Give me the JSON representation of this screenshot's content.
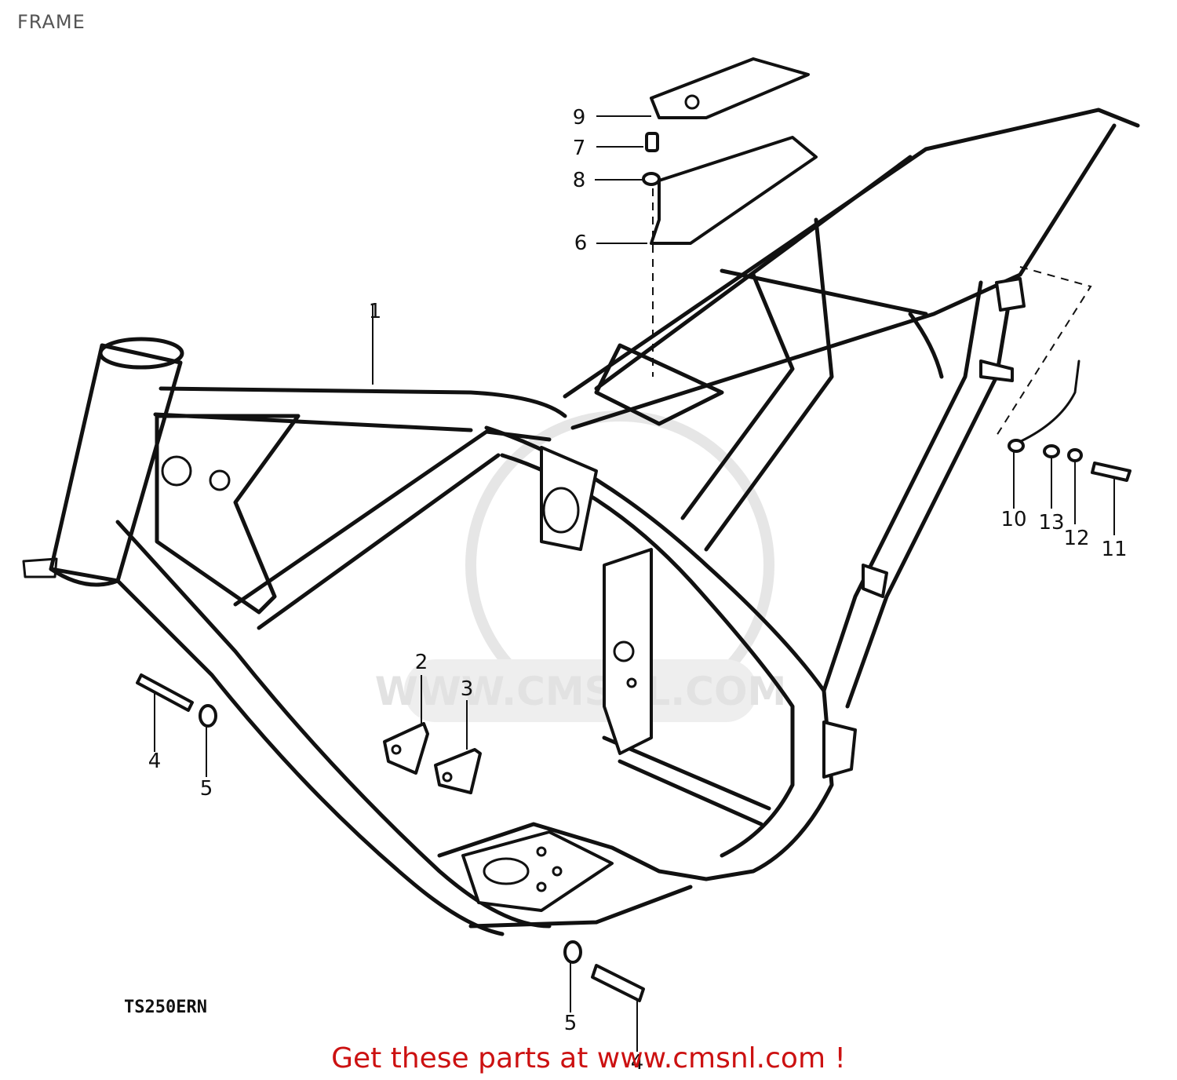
{
  "header": {
    "title": "FRAME"
  },
  "diagram": {
    "model_code": "TS250ERN",
    "watermark": "WWW.CMSNL.COM",
    "callouts": [
      {
        "id": "c1",
        "label": "1"
      },
      {
        "id": "c2",
        "label": "2"
      },
      {
        "id": "c3",
        "label": "3"
      },
      {
        "id": "c4a",
        "label": "4"
      },
      {
        "id": "c4b",
        "label": "4"
      },
      {
        "id": "c5a",
        "label": "5"
      },
      {
        "id": "c5b",
        "label": "5"
      },
      {
        "id": "c6",
        "label": "6"
      },
      {
        "id": "c7",
        "label": "7"
      },
      {
        "id": "c8",
        "label": "8"
      },
      {
        "id": "c9",
        "label": "9"
      },
      {
        "id": "c10",
        "label": "10"
      },
      {
        "id": "c11",
        "label": "11"
      },
      {
        "id": "c12",
        "label": "12"
      },
      {
        "id": "c13",
        "label": "13"
      }
    ]
  },
  "footer": {
    "link_text": "Get these parts at www.cmsnl.com !"
  }
}
